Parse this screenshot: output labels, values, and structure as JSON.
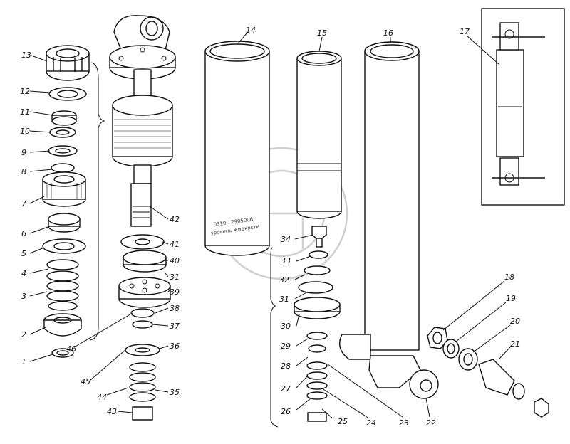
{
  "diagram": {
    "callouts": [
      "1",
      "2",
      "3",
      "4",
      "5",
      "6",
      "7",
      "8",
      "9",
      "10",
      "11",
      "12",
      "13",
      "14",
      "15",
      "16",
      "17",
      "18",
      "19",
      "20",
      "21",
      "22",
      "23",
      "24",
      "25",
      "26",
      "27",
      "28",
      "29",
      "30",
      "31",
      "31",
      "32",
      "33",
      "34",
      "35",
      "36",
      "37",
      "38",
      "39",
      "40",
      "41",
      "42",
      "43",
      "44",
      "45",
      "46"
    ],
    "tube_marking": [
      "0310 - 2905006",
      "уровень жидкости"
    ]
  }
}
